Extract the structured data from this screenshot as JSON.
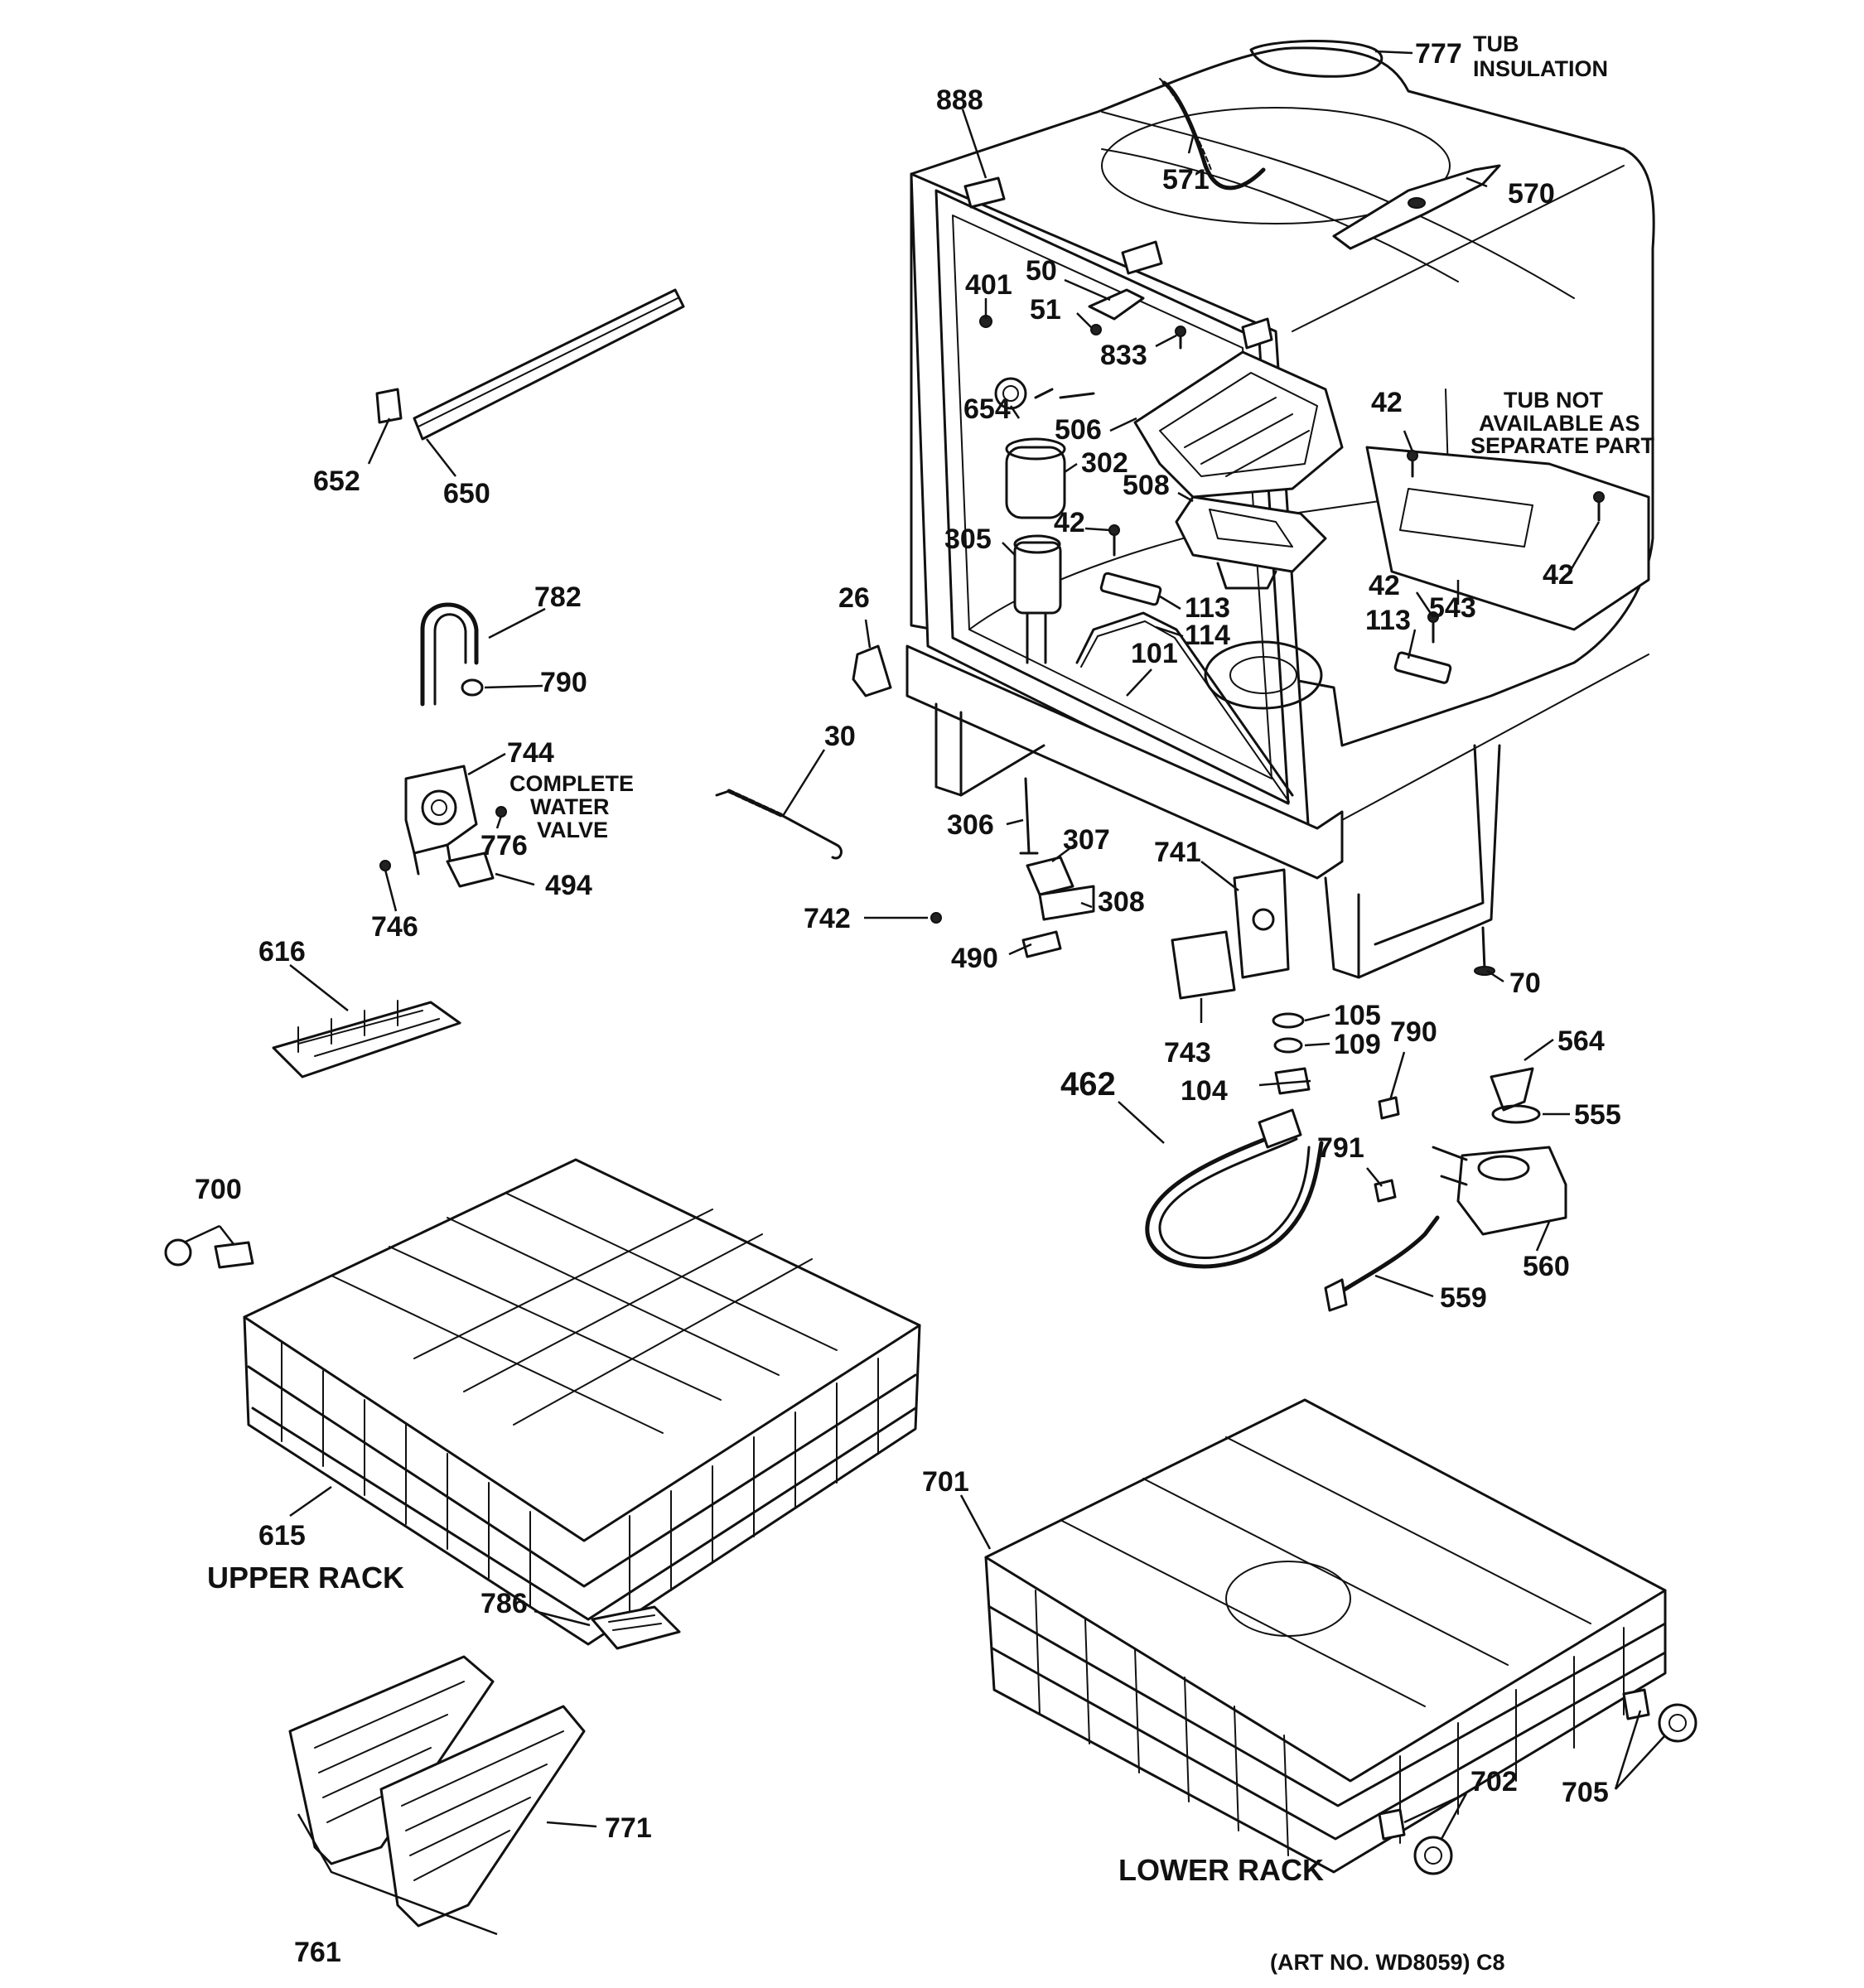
{
  "parts": [
    {
      "key": "p777",
      "text": "777"
    },
    {
      "key": "p888",
      "text": "888"
    },
    {
      "key": "p571",
      "text": "571"
    },
    {
      "key": "p570",
      "text": "570"
    },
    {
      "key": "p50",
      "text": "50"
    },
    {
      "key": "p401",
      "text": "401"
    },
    {
      "key": "p51",
      "text": "51"
    },
    {
      "key": "p833",
      "text": "833"
    },
    {
      "key": "p654",
      "text": "654"
    },
    {
      "key": "p506",
      "text": "506"
    },
    {
      "key": "p42a",
      "text": "42"
    },
    {
      "key": "p302",
      "text": "302"
    },
    {
      "key": "p508",
      "text": "508"
    },
    {
      "key": "p42b",
      "text": "42"
    },
    {
      "key": "p305",
      "text": "305"
    },
    {
      "key": "p113a",
      "text": "113"
    },
    {
      "key": "p114",
      "text": "114"
    },
    {
      "key": "p101",
      "text": "101"
    },
    {
      "key": "p42c",
      "text": "42"
    },
    {
      "key": "p42d",
      "text": "42"
    },
    {
      "key": "p113b",
      "text": "113"
    },
    {
      "key": "p543",
      "text": "543"
    },
    {
      "key": "p652",
      "text": "652"
    },
    {
      "key": "p650",
      "text": "650"
    },
    {
      "key": "p782",
      "text": "782"
    },
    {
      "key": "p790a",
      "text": "790"
    },
    {
      "key": "p744",
      "text": "744"
    },
    {
      "key": "p776",
      "text": "776"
    },
    {
      "key": "p494",
      "text": "494"
    },
    {
      "key": "p746",
      "text": "746"
    },
    {
      "key": "p26",
      "text": "26"
    },
    {
      "key": "p30",
      "text": "30"
    },
    {
      "key": "p306",
      "text": "306"
    },
    {
      "key": "p307",
      "text": "307"
    },
    {
      "key": "p741",
      "text": "741"
    },
    {
      "key": "p308",
      "text": "308"
    },
    {
      "key": "p742",
      "text": "742"
    },
    {
      "key": "p490",
      "text": "490"
    },
    {
      "key": "p743",
      "text": "743"
    },
    {
      "key": "p70",
      "text": "70"
    },
    {
      "key": "p105",
      "text": "105"
    },
    {
      "key": "p109",
      "text": "109"
    },
    {
      "key": "p790b",
      "text": "790"
    },
    {
      "key": "p564",
      "text": "564"
    },
    {
      "key": "p104",
      "text": "104"
    },
    {
      "key": "p555",
      "text": "555"
    },
    {
      "key": "p462",
      "text": "462"
    },
    {
      "key": "p791",
      "text": "791"
    },
    {
      "key": "p560",
      "text": "560"
    },
    {
      "key": "p559",
      "text": "559"
    },
    {
      "key": "p616",
      "text": "616"
    },
    {
      "key": "p700",
      "text": "700"
    },
    {
      "key": "p615",
      "text": "615"
    },
    {
      "key": "p701",
      "text": "701"
    },
    {
      "key": "p786",
      "text": "786"
    },
    {
      "key": "p771",
      "text": "771"
    },
    {
      "key": "p761",
      "text": "761"
    },
    {
      "key": "p702",
      "text": "702"
    },
    {
      "key": "p705",
      "text": "705"
    }
  ],
  "captions": {
    "tub_insulation_1": "TUB",
    "tub_insulation_2": "INSULATION",
    "tub_not_1": "TUB NOT",
    "tub_not_2": "AVAILABLE AS",
    "tub_not_3": "SEPARATE PART",
    "valve_1": "COMPLETE",
    "valve_2": "WATER",
    "valve_3": "VALVE",
    "upper_rack": "UPPER RACK",
    "lower_rack": "LOWER RACK",
    "art_no": "(ART NO. WD8059) C8"
  }
}
